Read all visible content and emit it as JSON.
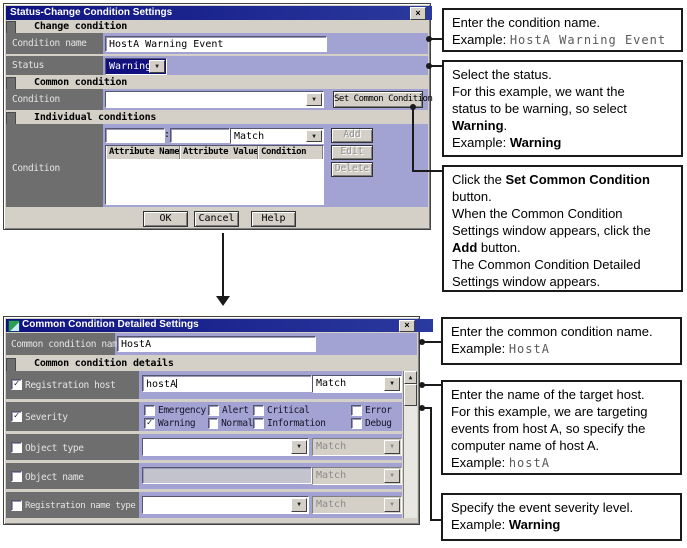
{
  "icons": {
    "close": "×",
    "dropdown": "▼",
    "check": "✓",
    "scroll_up": "▲"
  },
  "dialog1": {
    "title": "Status-Change Condition Settings",
    "section_change": "Change condition",
    "condition_name_label": "Condition name",
    "condition_name_value": "HostA Warning Event",
    "status_label": "Status",
    "status_value": "Warning",
    "section_common": "Common condition",
    "condition_label": "Condition",
    "condition_value": "",
    "set_common_button": "Set Common Condition",
    "section_individual": "Individual conditions",
    "individual_label": "Condition",
    "individual_field1": "",
    "individual_separator": ":",
    "individual_field2": "",
    "individual_match": "Match",
    "table_headers": [
      "Attribute Name",
      "Attribute Value",
      "Condition"
    ],
    "side_buttons": [
      "Add",
      "Edit",
      "Delete"
    ],
    "bottom_buttons": [
      "OK",
      "Cancel",
      "Help"
    ]
  },
  "dialog2": {
    "title": "Common Condition Detailed Settings",
    "name_label": "Common condition name",
    "name_value": "HostA",
    "section_details": "Common condition details",
    "rows": {
      "registration_host": {
        "label": "Registration host",
        "checked": true,
        "value": "hostA",
        "match": "Match"
      },
      "severity": {
        "label": "Severity",
        "checked": true
      },
      "object_type": {
        "label": "Object type",
        "checked": false,
        "value": "",
        "match": "Match"
      },
      "object_name": {
        "label": "Object name",
        "checked": false,
        "value": "",
        "match": "Match"
      },
      "registration_name_type": {
        "label": "Registration name type",
        "checked": false,
        "value": "",
        "match": "Match"
      }
    },
    "severity_options": [
      {
        "label": "Emergency",
        "checked": false
      },
      {
        "label": "Alert",
        "checked": false
      },
      {
        "label": "Critical",
        "checked": false
      },
      {
        "label": "Error",
        "checked": false
      },
      {
        "label": "Warning",
        "checked": true
      },
      {
        "label": "Normal",
        "checked": false
      },
      {
        "label": "Information",
        "checked": false
      },
      {
        "label": "Debug",
        "checked": false
      }
    ]
  },
  "callouts": [
    {
      "lines": [
        [
          {
            "t": "Enter the condition name.",
            "s": "n"
          }
        ],
        [
          {
            "t": "Example: ",
            "s": "n"
          },
          {
            "t": "HostA Warning Event",
            "s": "m"
          }
        ]
      ]
    },
    {
      "lines": [
        [
          {
            "t": "Select the status.",
            "s": "n"
          }
        ],
        [
          {
            "t": "For this example, we want the",
            "s": "n"
          }
        ],
        [
          {
            "t": "status to be warning, so select",
            "s": "n"
          }
        ],
        [
          {
            "t": "Warning",
            "s": "b"
          },
          {
            "t": ".",
            "s": "n"
          }
        ],
        [
          {
            "t": "Example: ",
            "s": "n"
          },
          {
            "t": "Warning",
            "s": "b"
          }
        ]
      ]
    },
    {
      "lines": [
        [
          {
            "t": "Click the ",
            "s": "n"
          },
          {
            "t": "Set Common Condition",
            "s": "b"
          }
        ],
        [
          {
            "t": "button.",
            "s": "n"
          }
        ],
        [
          {
            "t": "When the Common Condition",
            "s": "n"
          }
        ],
        [
          {
            "t": "Settings window appears, click the",
            "s": "n"
          }
        ],
        [
          {
            "t": "Add",
            "s": "b"
          },
          {
            "t": " button.",
            "s": "n"
          }
        ],
        [
          {
            "t": "The Common Condition Detailed",
            "s": "n"
          }
        ],
        [
          {
            "t": "Settings window appears.",
            "s": "n"
          }
        ]
      ]
    },
    {
      "lines": [
        [
          {
            "t": "Enter the common condition name.",
            "s": "n"
          }
        ],
        [
          {
            "t": "Example: ",
            "s": "n"
          },
          {
            "t": "HostA",
            "s": "m"
          }
        ]
      ]
    },
    {
      "lines": [
        [
          {
            "t": "Enter the name of the target host.",
            "s": "n"
          }
        ],
        [
          {
            "t": "For this example, we are targeting",
            "s": "n"
          }
        ],
        [
          {
            "t": "events from host A, so specify the",
            "s": "n"
          }
        ],
        [
          {
            "t": "computer name of host A.",
            "s": "n"
          }
        ],
        [
          {
            "t": "Example: ",
            "s": "n"
          },
          {
            "t": "hostA",
            "s": "m"
          }
        ]
      ]
    },
    {
      "lines": [
        [
          {
            "t": "Specify the event severity level.",
            "s": "n"
          }
        ],
        [
          {
            "t": "Example: ",
            "s": "n"
          },
          {
            "t": "Warning",
            "s": "b"
          }
        ]
      ]
    }
  ]
}
